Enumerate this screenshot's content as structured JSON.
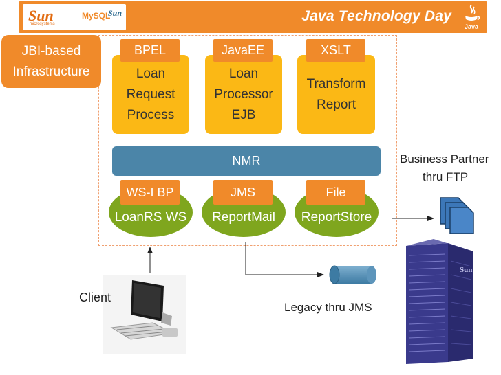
{
  "header": {
    "sun_logo": "Sun",
    "sun_sub": "microsystems",
    "mysql_logo": "MySQL",
    "mysql_sun": "Sun",
    "title": "Java Technology Day",
    "java_logo": "Java"
  },
  "jbi": {
    "line1": "JBI-based",
    "line2": "Infrastructure"
  },
  "services": [
    {
      "tag": "BPEL",
      "lines": [
        "Loan",
        "Request",
        "Process"
      ]
    },
    {
      "tag": "JavaEE",
      "lines": [
        "Loan",
        "Processor",
        "EJB"
      ]
    },
    {
      "tag": "XSLT",
      "lines": [
        "Transform",
        "Report"
      ]
    }
  ],
  "nmr": "NMR",
  "bindings": [
    {
      "tag": "WS-I BP",
      "name": "LoanRS WS"
    },
    {
      "tag": "JMS",
      "name": "ReportMail"
    },
    {
      "tag": "File",
      "name": "ReportStore"
    }
  ],
  "business_partner": {
    "line1": "Business Partner",
    "line2": "thru FTP"
  },
  "legacy": "Legacy thru JMS",
  "client": "Client",
  "server_brand": "Sun",
  "colors": {
    "orange": "#f08a2a",
    "yellow": "#fbb815",
    "nmr_blue": "#4b85a8",
    "green": "#7fa61e"
  }
}
